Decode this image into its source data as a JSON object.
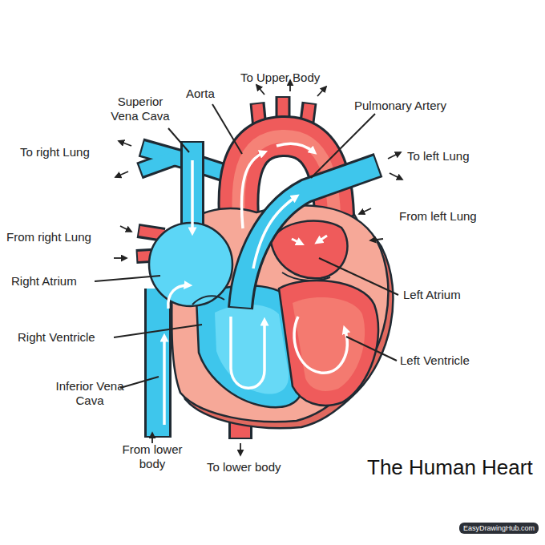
{
  "diagram": {
    "title": "The Human Heart",
    "labels": [
      "To Upper Body",
      "Superior Vena Cava",
      "Aorta",
      "Pulmonary Artery",
      "To right Lung",
      "To left Lung",
      "From left Lung",
      "From right Lung",
      "Right Atrium",
      "Left Atrium",
      "Right Ventricle",
      "Left Ventricle",
      "Inferior Vena Cava",
      "From lower body",
      "To lower body",
      "EasyDrawingHub.com"
    ]
  }
}
